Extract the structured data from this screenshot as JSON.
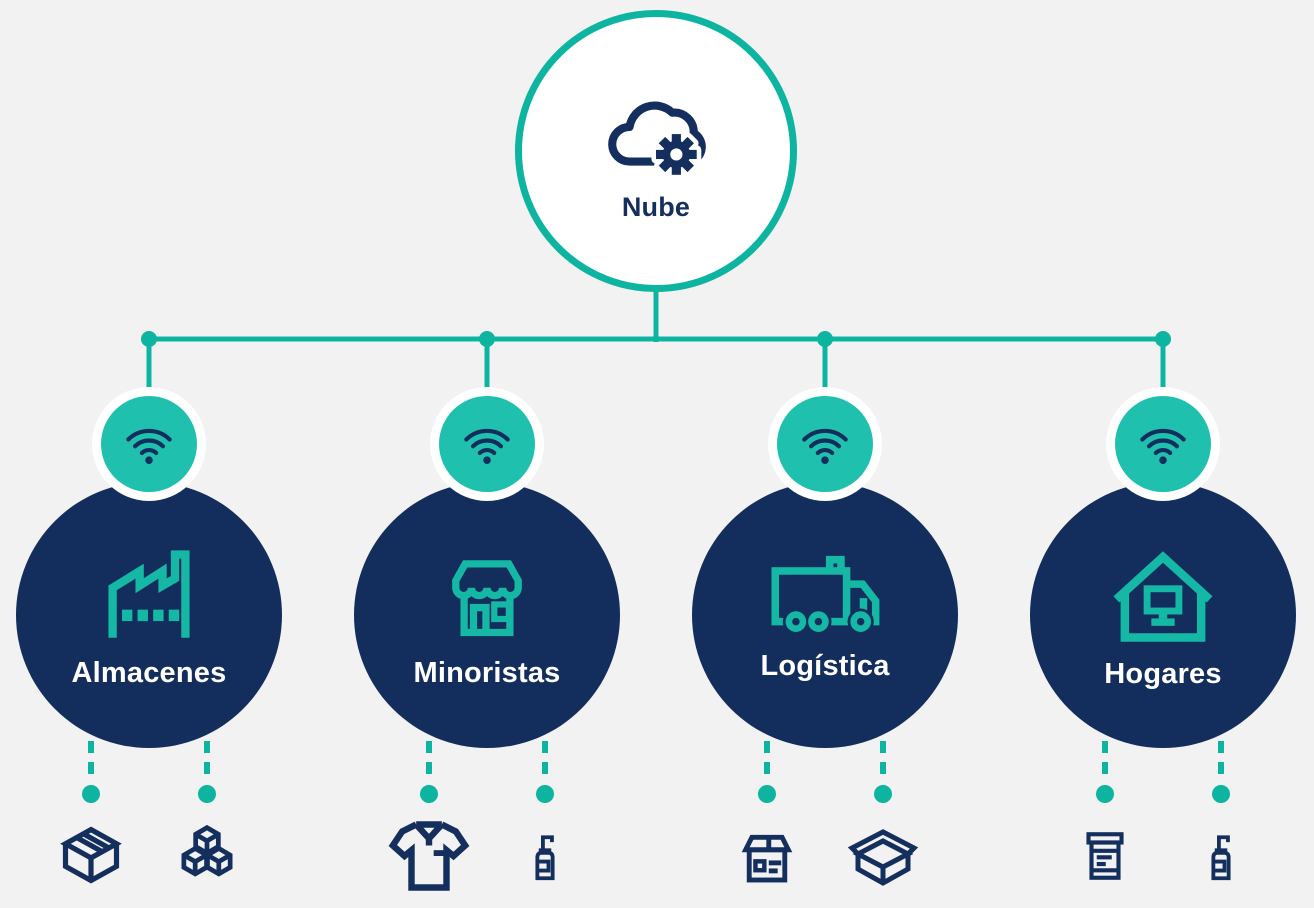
{
  "colors": {
    "background": "#f2f2f2",
    "connector_teal": "#0db5a0",
    "badge_teal": "#1fc0ad",
    "node_navy": "#132e5c",
    "icon_navy": "#142f5e",
    "icon_teal": "#14b8a5",
    "label_white": "#ffffff"
  },
  "diagram": {
    "root": {
      "label": "Nube",
      "icon": "cloud-gear-icon"
    },
    "branches": [
      {
        "label": "Almacenes",
        "link_icon": "wifi-icon",
        "node_icon": "factory-icon",
        "items": [
          "sealed-box-icon",
          "stacked-cubes-icon"
        ]
      },
      {
        "label": "Minoristas",
        "link_icon": "wifi-icon",
        "node_icon": "storefront-icon",
        "items": [
          "polo-shirt-icon",
          "pump-bottle-icon"
        ]
      },
      {
        "label": "Logística",
        "link_icon": "wifi-icon",
        "node_icon": "delivery-truck-icon",
        "items": [
          "labeled-parcel-icon",
          "open-box-icon"
        ]
      },
      {
        "label": "Hogares",
        "link_icon": "wifi-icon",
        "node_icon": "smart-home-icon",
        "items": [
          "pill-bottle-icon",
          "pump-bottle-icon"
        ]
      }
    ]
  }
}
